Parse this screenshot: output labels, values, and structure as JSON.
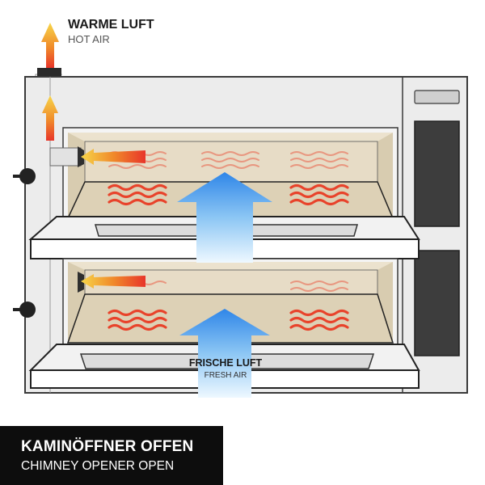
{
  "labels": {
    "hot_air_de": "WARME LUFT",
    "hot_air_en": "HOT AIR",
    "fresh_air_de": "FRISCHE LUFT",
    "fresh_air_en": "FRESH AIR",
    "state_de": "KAMINÖFFNER OFFEN",
    "state_en": "CHIMNEY OPENER OPEN"
  },
  "colors": {
    "oven_body": "#ececec",
    "outline": "#3a3a3a",
    "chamber_wall": "#e7dcc6",
    "chamber_floor": "#d9cdb2",
    "heat_wave": "#e8432b",
    "hot_arrow_top": "#f7d64a",
    "hot_arrow_bottom": "#e8352a",
    "fresh_arrow_top": "#2f86e8",
    "fresh_arrow_bottom": "#e6f4ff",
    "banner_bg": "#0d0d0d"
  },
  "icons": [
    "hot-air-arrow-icon",
    "fresh-air-arrow-icon",
    "heat-wave-icon",
    "door-knob-icon"
  ]
}
